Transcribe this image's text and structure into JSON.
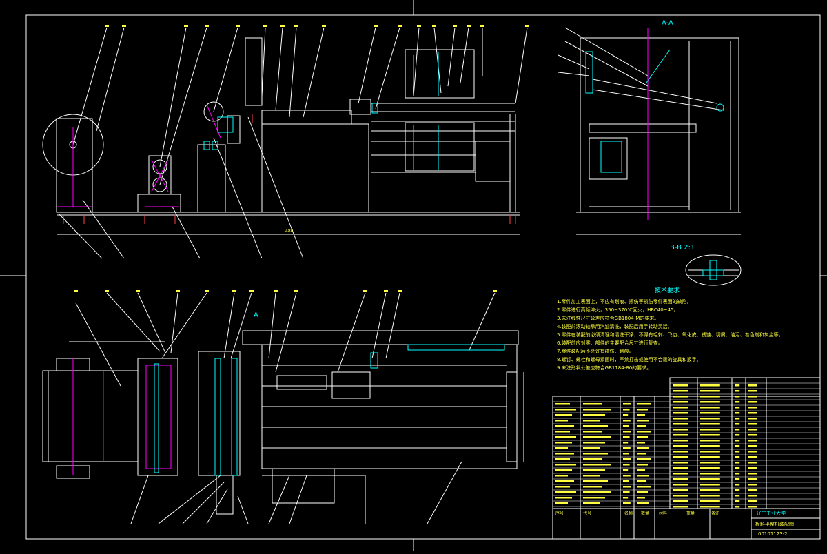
{
  "colors": {
    "background": "#000000",
    "line": "#ffffff",
    "cyan": "#00ffff",
    "magenta": "#ff00ff",
    "yellow": "#ffff40",
    "red": "#ff4040",
    "blue": "#4080ff"
  },
  "views": {
    "section_aa": "A-A",
    "section_bb": "B-B 2:1",
    "section_arrow": "A",
    "dim_left": "480"
  },
  "tech": {
    "title": "技术要求",
    "items": [
      "1.零件加工表面上，不应有划痕、擦伤等损伤零件表面的缺陷。",
      "2.零件进行高频淬火，350~370℃回火，HRC40~45。",
      "3.未注线性尺寸公差应符合GB1804-M的要求。",
      "4.装配前滚动轴承用汽油清洗，装配后用手转动灵活。",
      "5.零件在装配前必须清理和清洗干净，不得有毛刺、飞边、氧化皮、锈蚀、切屑、油污、着色剂和灰尘等。",
      "6.装配前应对零、部件的主要配合尺寸进行复查。",
      "7.零件装配后不允许有碰伤、划痕。",
      "8.螺钉、螺栓和螺母紧固时，严禁打击或使用不合适的旋具和扳手。",
      "9.未注形状公差应符合GB1184-80的要求。"
    ]
  },
  "titleblock": {
    "school": "辽宁工业大学",
    "drawing": "板料平整机装配图",
    "number": "00101123-2",
    "header": [
      "序号",
      "代号",
      "名称",
      "数量",
      "材料",
      "重量",
      "备注"
    ]
  }
}
